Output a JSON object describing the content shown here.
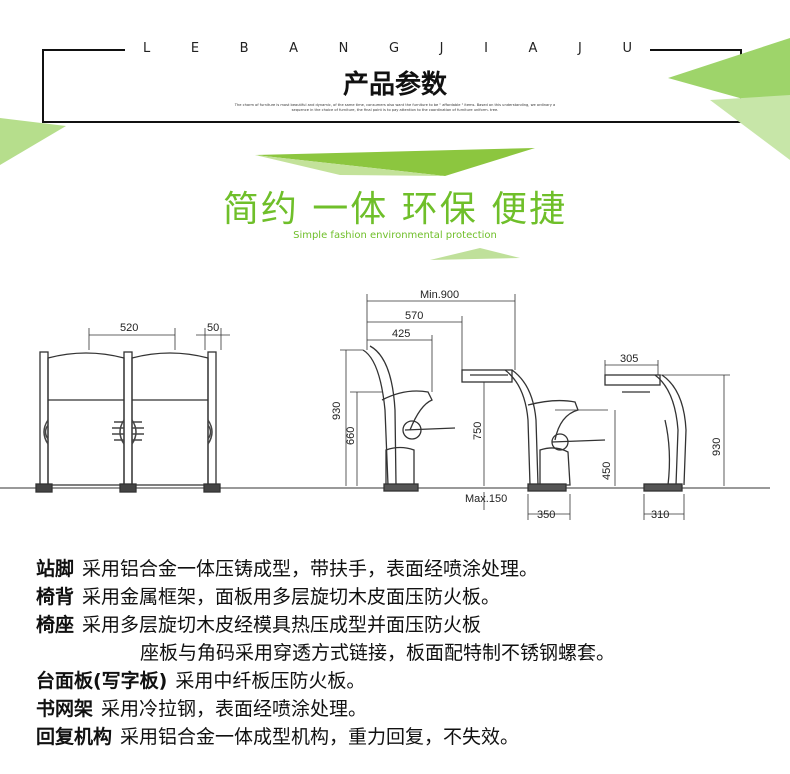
{
  "header": {
    "brand_letters": [
      "L",
      "E",
      "B",
      "A",
      "N",
      "G",
      "J",
      "I",
      "A",
      "J",
      "U"
    ],
    "title": "产品参数",
    "tagline_line1": "The charm of furniture is most beautiful and dynamic, of the same time, consumers also want the furniture to be \" affordable \" items. Based on this understanding, we ordinary a",
    "tagline_line2": "sequence in the choice of furniture, the final point is to pay attention to the coordination of furniture uniform. tree.",
    "accent_color": "#8cc63f"
  },
  "slogan": {
    "cn": "简约 一体 环保 便捷",
    "en": "Simple fashion environmental protection"
  },
  "diagram": {
    "front": {
      "w520": "520",
      "w50": "50"
    },
    "side": {
      "min900": "Min.900",
      "d570": "570",
      "d425": "425",
      "h930": "930",
      "h660": "660",
      "h750": "750",
      "max150": "Max.150",
      "d350": "350",
      "h450": "450"
    },
    "folded": {
      "d305": "305",
      "h930": "930",
      "d310": "310"
    }
  },
  "specs": [
    {
      "label": "站脚",
      "text": "采用铝合金一体压铸成型，带扶手，表面经喷涂处理。"
    },
    {
      "label": "椅背",
      "text": "采用金属框架，面板用多层旋切木皮面压防火板。"
    },
    {
      "label": "椅座",
      "text": "采用多层旋切木皮经模具热压成型并面压防火板"
    },
    {
      "label": "",
      "text": "座板与角码采用穿透方式链接，板面配特制不锈钢螺套。"
    },
    {
      "label": "台面板(写字板)",
      "text": "采用中纤板压防火板。"
    },
    {
      "label": "书网架",
      "text": "采用冷拉钢，表面经喷涂处理。"
    },
    {
      "label": "回复机构",
      "text": "采用铝合金一体成型机构，重力回复，不失效。"
    }
  ]
}
